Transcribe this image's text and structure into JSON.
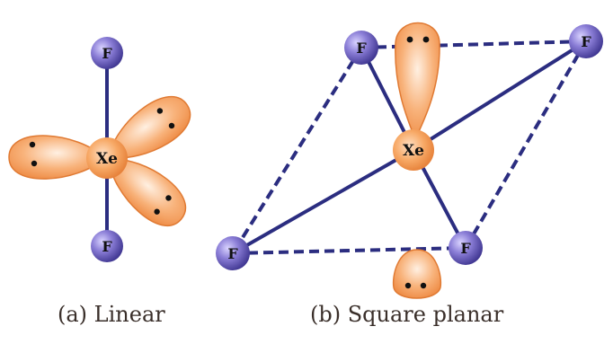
{
  "diagram": {
    "linear": {
      "central_atom": "Xe",
      "ligands": [
        "F",
        "F"
      ],
      "caption": "(a) Linear"
    },
    "square_planar": {
      "central_atom": "Xe",
      "ligands": [
        "F",
        "F",
        "F",
        "F"
      ],
      "caption": "(b) Square planar"
    }
  },
  "colors": {
    "fluorine_atom": "#6d5fbf",
    "xenon_atom": "#f49a5a",
    "lone_pair_lobe": "#f6a468",
    "bond": "#2b2d80"
  }
}
